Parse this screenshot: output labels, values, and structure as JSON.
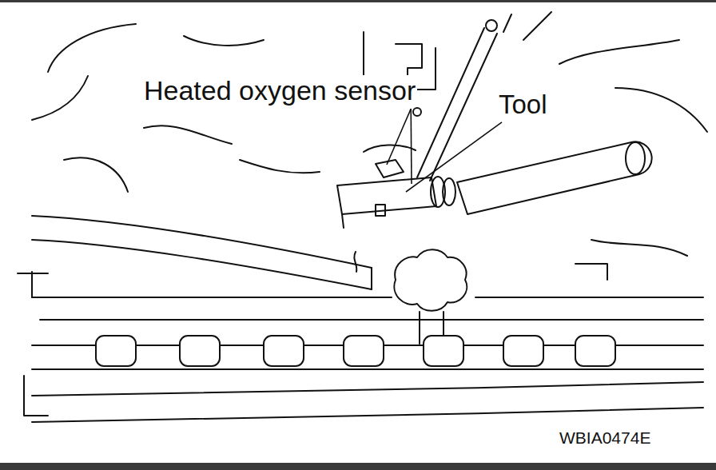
{
  "diagram": {
    "labels": [
      "Heated oxygen sensor",
      "Tool",
      "WBIA0474E"
    ]
  }
}
